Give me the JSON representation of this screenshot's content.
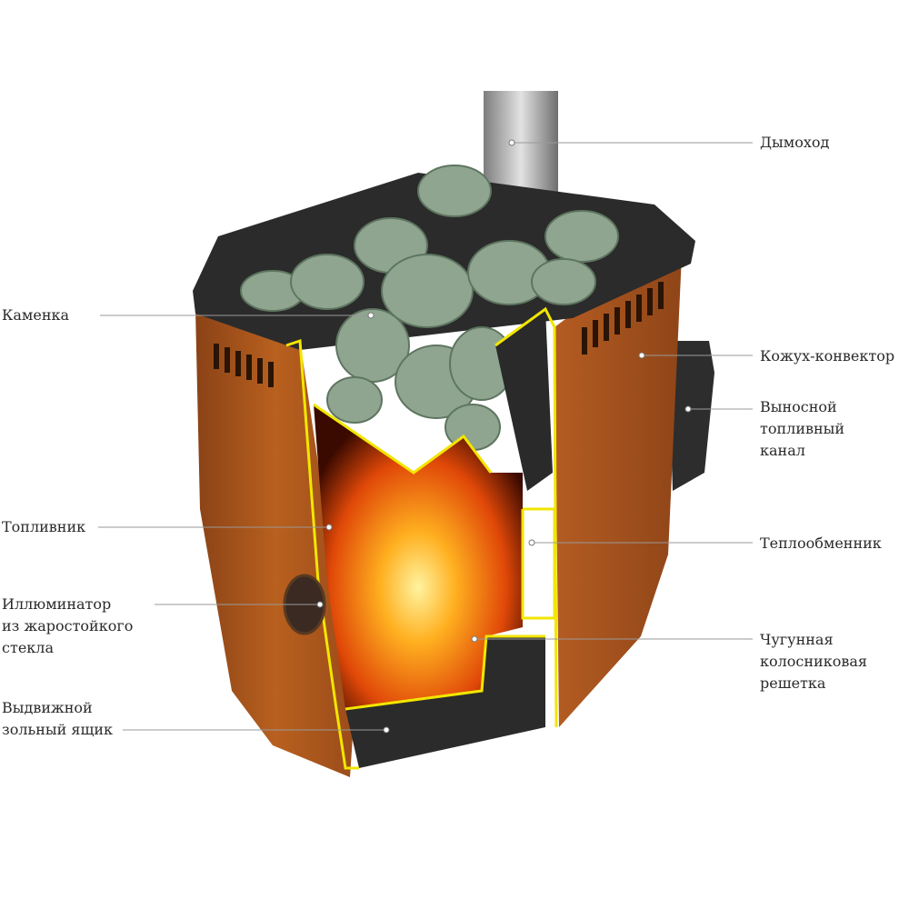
{
  "labels": {
    "chimney": [
      "Дымоход"
    ],
    "stone_chamber": [
      "Каменка"
    ],
    "convector_casing": [
      "Кожух-конвектор"
    ],
    "remote_fuel_channel": [
      "Выносной",
      "топливный",
      "канал"
    ],
    "firebox": [
      "Топливник"
    ],
    "heat_exchanger": [
      "Теплообменник"
    ],
    "viewing_window": [
      "Иллюминатор",
      "из жаростойкого",
      "стекла"
    ],
    "cast_iron_grate": [
      "Чугунная",
      "колосниковая",
      "решетка"
    ],
    "ash_drawer": [
      "Выдвижной",
      "зольный ящик"
    ]
  },
  "colors": {
    "body": "#a9551f",
    "body_dark": "#7a3a12",
    "top": "#2b2b2b",
    "stones": "#8fa590",
    "outline": "#f2e600",
    "flame": "#ff7a10",
    "leader": "#9a9a9a"
  }
}
